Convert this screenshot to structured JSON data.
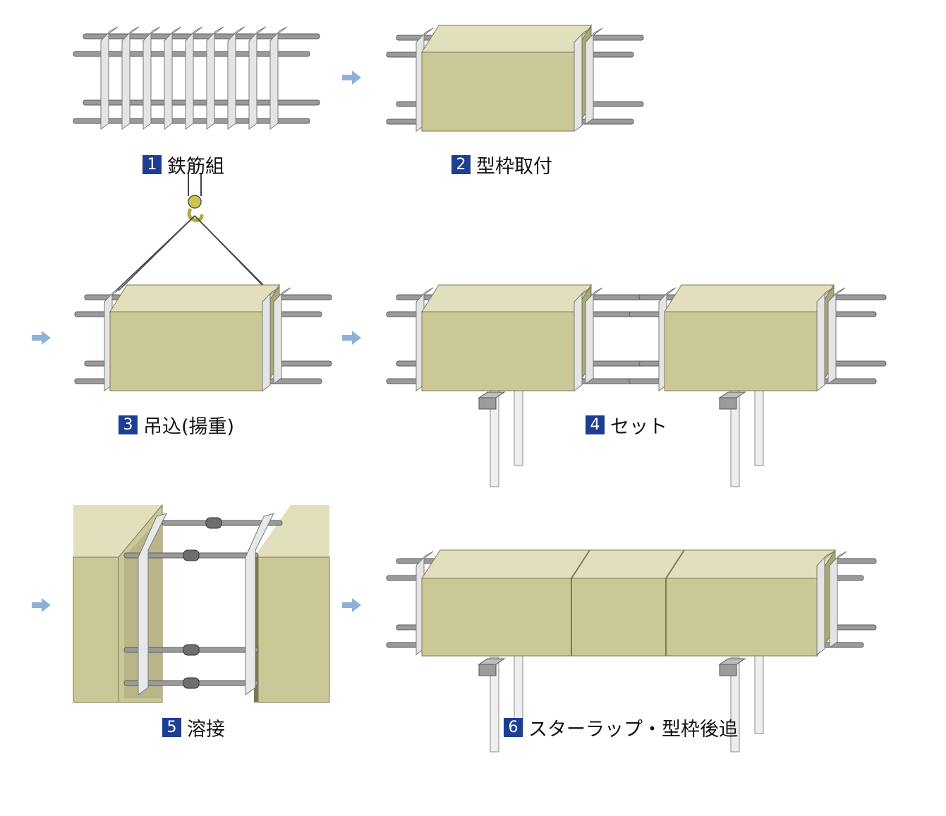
{
  "steps": [
    {
      "num": "1",
      "label": "鉄筋組"
    },
    {
      "num": "2",
      "label": "型枠取付"
    },
    {
      "num": "3",
      "label": "吊込(揚重)"
    },
    {
      "num": "4",
      "label": "セット"
    },
    {
      "num": "5",
      "label": "溶接"
    },
    {
      "num": "6",
      "label": "スターラップ・型枠後追"
    }
  ],
  "colors": {
    "form_face": "#cac896",
    "form_top": "#e2e0bc",
    "form_dark": "#7c7a52",
    "rebar": "#8f8f8f",
    "stirrup": "#e4e4e4",
    "arrow": "#8fb1d8",
    "badge": "#1c3f94"
  },
  "icons": [
    "arrow-right-icon",
    "crane-hook-icon",
    "coupler-icon",
    "support-post-icon"
  ]
}
